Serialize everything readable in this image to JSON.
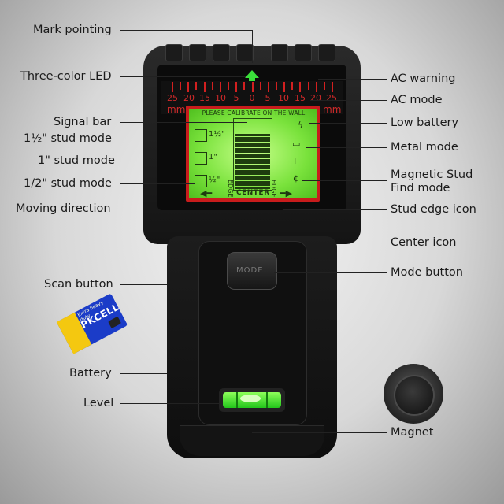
{
  "annotations_left": {
    "mark_pointing": "Mark pointing",
    "three_color_led": "Three-color LED",
    "signal_bar": "Signal bar",
    "stud_1_5": "1½\" stud mode",
    "stud_1": "1\" stud mode",
    "stud_half": "1/2\" stud mode",
    "moving_direction": "Moving direction",
    "scan_button": "Scan button",
    "battery": "Battery",
    "level": "Level"
  },
  "annotations_right": {
    "ac_warning": "AC warning",
    "ac_mode": "AC mode",
    "low_battery": "Low battery",
    "metal_mode": "Metal mode",
    "magnetic_stud_line1": "Magnetic Stud",
    "magnetic_stud_line2": "Find mode",
    "stud_edge_icon": "Stud edge icon",
    "center_icon": "Center icon",
    "mode_button": "Mode button",
    "magnet": "Magnet"
  },
  "device": {
    "scale_numbers": [
      "25",
      "20",
      "15",
      "10",
      "5",
      "0",
      "5",
      "10",
      "15",
      "20",
      "25"
    ],
    "scale_unit": "mm",
    "lcd_text": "PLEASE CALIBRATE ON THE WALL",
    "lcd_center": "CENTER",
    "lcd_edge": "EDGE",
    "stud_labels": [
      "1½\"",
      "1\"",
      "½\""
    ],
    "mode_button_label": "MODE",
    "led_color": "#3adf3a",
    "lcd_color": "#7ae23c"
  },
  "battery_brand": "PKCELL",
  "battery_tagline": "Extra heavy duty"
}
